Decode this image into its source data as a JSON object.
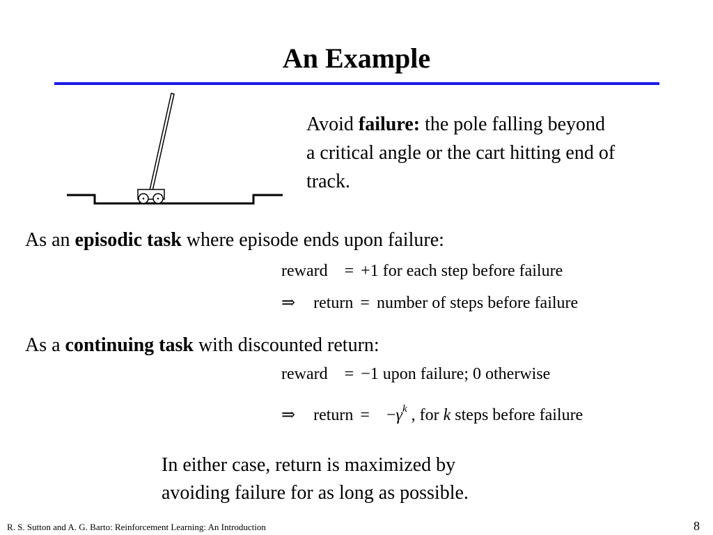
{
  "slide": {
    "title": "An Example"
  },
  "intro": {
    "line1_prefix": "Avoid ",
    "line1_bold": "failure:",
    "line1_suffix": " the pole falling beyond",
    "line2": "a critical angle or the cart hitting end of",
    "line3": "track."
  },
  "episodic": {
    "prefix": "As an ",
    "bold": "episodic task",
    "suffix": " where episode ends upon failure:",
    "eq1_lhs": "reward",
    "eq1_op": "=",
    "eq1_rhs": "+1  for each step before failure",
    "eq2_implies": "⇒",
    "eq2_lhs": "return",
    "eq2_op": "=",
    "eq2_rhs": "number of steps before failure"
  },
  "continuing": {
    "prefix": "As  a ",
    "bold": "continuing task",
    "suffix": " with discounted return:",
    "eq1_lhs": "reward",
    "eq1_op": "=",
    "eq1_rhs": "−1  upon failure;  0 otherwise",
    "eq2_implies": "⇒",
    "eq2_lhs": "return",
    "eq2_op": "=",
    "eq2_minus": "−",
    "eq2_gamma": "γ",
    "eq2_exp": "k",
    "eq2_comma": " ,  for ",
    "eq2_k": "k",
    "eq2_tail": " steps before failure"
  },
  "conclusion": {
    "line1": "In either case, return is maximized by",
    "line2": "avoiding failure for as long as possible."
  },
  "footer": {
    "credit": "R. S. Sutton and A. G. Barto: Reinforcement Learning: An Introduction",
    "page_number": "8"
  },
  "colors": {
    "title_rule": "#1a1ae6",
    "text": "#000000",
    "background": "#ffffff"
  }
}
